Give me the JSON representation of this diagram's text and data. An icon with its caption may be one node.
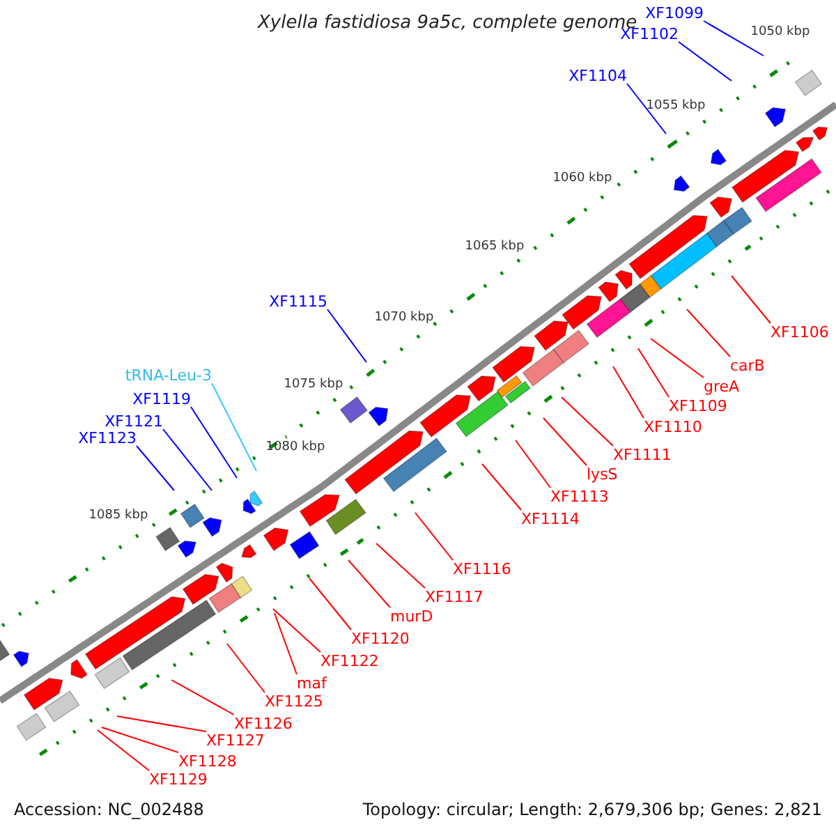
{
  "diagram": {
    "title": "Xylella fastidiosa 9a5c, complete genome",
    "nodes": [
      {
        "text": [
          "XF1099"
        ]
      },
      {
        "text": [
          "XF1102"
        ]
      },
      {
        "text": [
          "XF1104"
        ]
      },
      {
        "text": [
          "XF1106"
        ]
      },
      {
        "text": [
          "XF1115"
        ]
      },
      {
        "text": [
          "carB"
        ]
      },
      {
        "text": [
          "greA"
        ]
      },
      {
        "text": [
          "tRNA-Leu-3"
        ]
      },
      {
        "text": [
          "XF1119"
        ]
      },
      {
        "text": [
          "XF1109"
        ]
      },
      {
        "text": [
          "XF1110"
        ]
      },
      {
        "text": [
          "XF1121"
        ]
      },
      {
        "text": [
          "XF1123"
        ]
      },
      {
        "text": [
          "XF1111"
        ]
      },
      {
        "text": [
          "lysS"
        ]
      },
      {
        "text": [
          "XF1113"
        ]
      },
      {
        "text": [
          "XF1114"
        ]
      },
      {
        "text": [
          "XF1116"
        ]
      },
      {
        "text": [
          "XF1117"
        ]
      },
      {
        "text": [
          "murD"
        ]
      },
      {
        "text": [
          "XF1120"
        ]
      },
      {
        "text": [
          "XF1122"
        ]
      },
      {
        "text": [
          "maf"
        ]
      },
      {
        "text": [
          "XF1125"
        ]
      },
      {
        "text": [
          "XF1126"
        ]
      },
      {
        "text": [
          "XF1127"
        ]
      },
      {
        "text": [
          "XF1128"
        ]
      },
      {
        "text": [
          "XF1129"
        ]
      }
    ],
    "edges": [
      {
        "from": 0,
        "to": null,
        "arrow": "none",
        "color": "#0000ff"
      },
      {
        "from": 1,
        "to": null,
        "arrow": "none",
        "color": "#0000ff"
      },
      {
        "from": 2,
        "to": null,
        "arrow": "none",
        "color": "#0000ff"
      },
      {
        "from": 3,
        "to": null,
        "arrow": "none"
      },
      {
        "from": 4,
        "to": null,
        "arrow": "none",
        "color": "#0000ff"
      },
      {
        "from": 5,
        "to": null,
        "arrow": "none"
      },
      {
        "from": 6,
        "to": null,
        "arrow": "none"
      },
      {
        "from": 7,
        "to": null,
        "arrow": "none",
        "color": "#33ccff"
      },
      {
        "from": 8,
        "to": null,
        "arrow": "none",
        "color": "#0000ff"
      },
      {
        "from": 9,
        "to": null,
        "arrow": "none"
      },
      {
        "from": 10,
        "to": null,
        "arrow": "none"
      },
      {
        "from": 11,
        "to": null,
        "arrow": "none",
        "color": "#0000ff"
      },
      {
        "from": 12,
        "to": null,
        "arrow": "none",
        "color": "#0000ff"
      },
      {
        "from": 13,
        "to": null,
        "arrow": "none"
      },
      {
        "from": 14,
        "to": null,
        "arrow": "none"
      },
      {
        "from": 15,
        "to": null,
        "arrow": "none"
      },
      {
        "from": 16,
        "to": null,
        "arrow": "none"
      },
      {
        "from": 17,
        "to": null,
        "arrow": "none"
      },
      {
        "from": 18,
        "to": null,
        "arrow": "none"
      },
      {
        "from": 19,
        "to": null,
        "arrow": "none"
      },
      {
        "from": 20,
        "to": null,
        "arrow": "none"
      },
      {
        "from": 21,
        "to": null,
        "arrow": "none"
      },
      {
        "from": 22,
        "to": null,
        "arrow": "none"
      },
      {
        "from": 23,
        "to": null,
        "arrow": "none"
      },
      {
        "from": 24,
        "to": null,
        "arrow": "none"
      },
      {
        "from": 25,
        "to": null,
        "arrow": "none"
      },
      {
        "from": 26,
        "to": null,
        "arrow": "none"
      },
      {
        "from": 27,
        "to": null,
        "arrow": "none"
      }
    ],
    "labels": [
      "1050 kbp",
      "1055 kbp",
      "1060 kbp",
      "1065 kbp",
      "1070 kbp",
      "1075 kbp",
      "1080 kbp",
      "1085 kbp",
      "Accession: NC_002488",
      "Topology: circular; Length: 2,679,306 bp; Genes: 2,821"
    ]
  }
}
